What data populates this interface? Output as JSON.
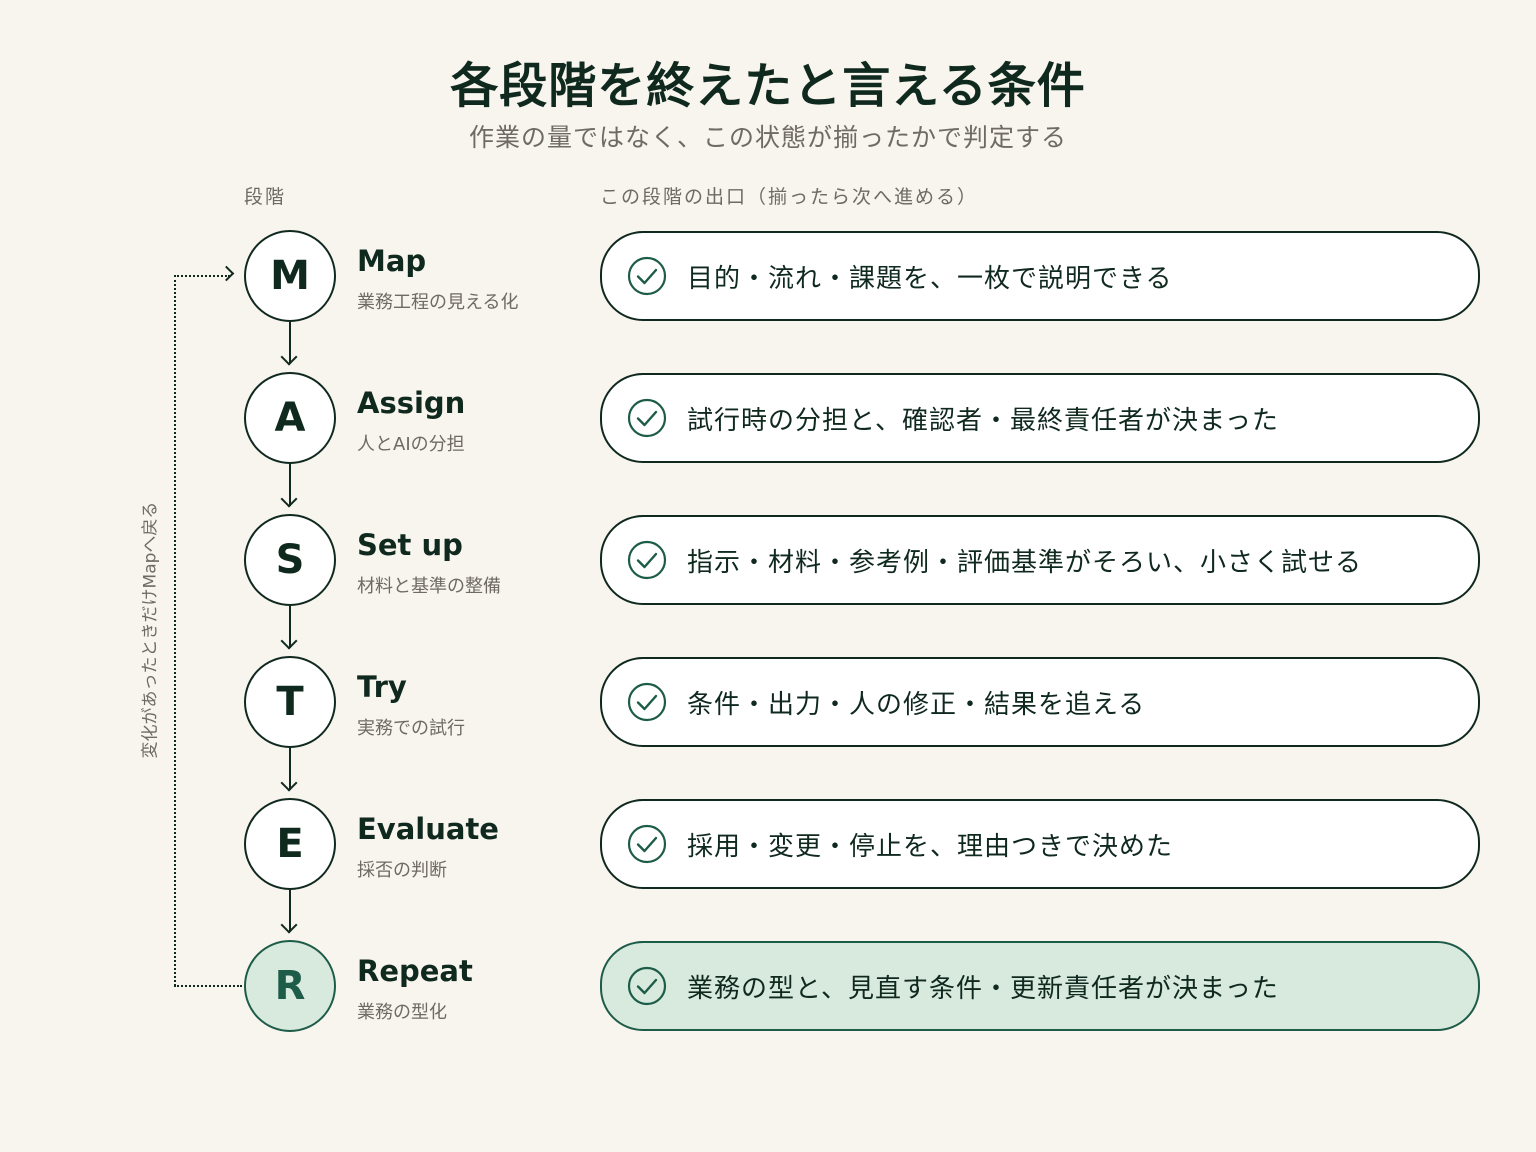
{
  "title": "各段階を終えたと言える条件",
  "subtitle": "作業の量ではなく、この状態が揃ったかで判定する",
  "columns": {
    "stage": "段階",
    "exit": "この段階の出口（揃ったら次へ進める）"
  },
  "loop_label": "変化があったときだけMapへ戻る",
  "colors": {
    "ink": "#10291f",
    "accent": "#1d5c48",
    "accent_fill": "#d8e9de",
    "background": "#f8f4ee",
    "muted": "#6f6a62"
  },
  "stages": [
    {
      "letter": "M",
      "name": "Map",
      "desc": "業務工程の見える化",
      "exit": "目的・流れ・課題を、一枚で説明できる"
    },
    {
      "letter": "A",
      "name": "Assign",
      "desc": "人とAIの分担",
      "exit": "試行時の分担と、確認者・最終責任者が決まった"
    },
    {
      "letter": "S",
      "name": "Set up",
      "desc": "材料と基準の整備",
      "exit": "指示・材料・参考例・評価基準がそろい、小さく試せる"
    },
    {
      "letter": "T",
      "name": "Try",
      "desc": "実務での試行",
      "exit": "条件・出力・人の修正・結果を追える"
    },
    {
      "letter": "E",
      "name": "Evaluate",
      "desc": "採否の判断",
      "exit": "採用・変更・停止を、理由つきで決めた"
    },
    {
      "letter": "R",
      "name": "Repeat",
      "desc": "業務の型化",
      "exit": "業務の型と、見直す条件・更新責任者が決まった"
    }
  ]
}
